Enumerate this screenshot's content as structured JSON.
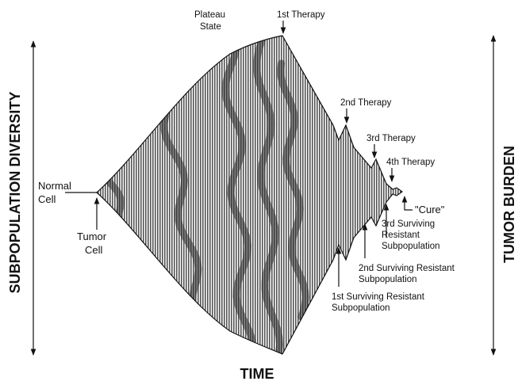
{
  "axes": {
    "left_title": "SUBPOPULATION DIVERSITY",
    "right_title": "TUMOR BURDEN",
    "bottom_title": "TIME"
  },
  "labels": {
    "normal_cell_1": "Normal",
    "normal_cell_2": "Cell",
    "tumor_cell_1": "Tumor",
    "tumor_cell_2": "Cell",
    "plateau_1": "Plateau",
    "plateau_2": "State",
    "therapy_1": "1st Therapy",
    "therapy_2": "2nd Therapy",
    "therapy_3": "3rd Therapy",
    "therapy_4": "4th Therapy",
    "cure": "\"Cure\"",
    "resistant_3_a": "3rd Surviving",
    "resistant_3_b": "Resistant",
    "resistant_3_c": "Subpopulation",
    "resistant_2_a": "2nd Surviving Resistant",
    "resistant_2_b": "Subpopulation",
    "resistant_1_a": "1st Surviving Resistant",
    "resistant_1_b": "Subpopulation"
  },
  "colors": {
    "stripe": "#555555",
    "band": "#2a2a2a",
    "ink": "#111111"
  }
}
